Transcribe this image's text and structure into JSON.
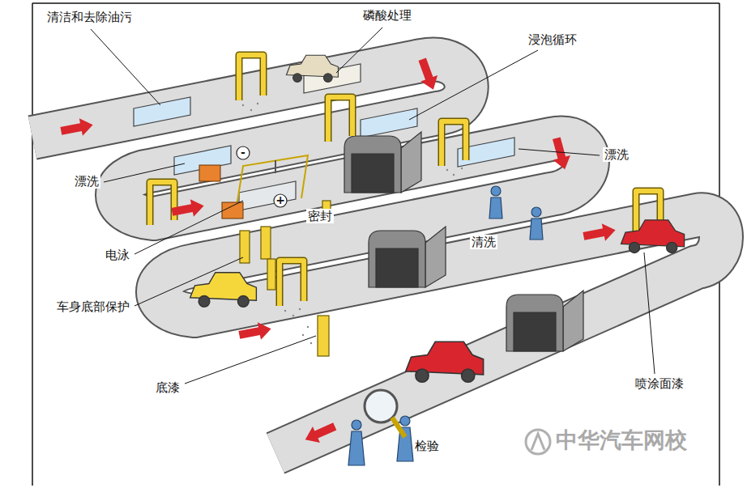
{
  "diagram": {
    "labels": [
      "清洁和去除油污",
      "磷酸处理",
      "浸泡循环",
      "-",
      "漂洗",
      "漂洗",
      "+",
      "密封",
      "清洗",
      "电泳",
      "车身底部保护",
      "底漆",
      "喷涂面漆",
      "检验",
      "中华汽车网校"
    ]
  }
}
